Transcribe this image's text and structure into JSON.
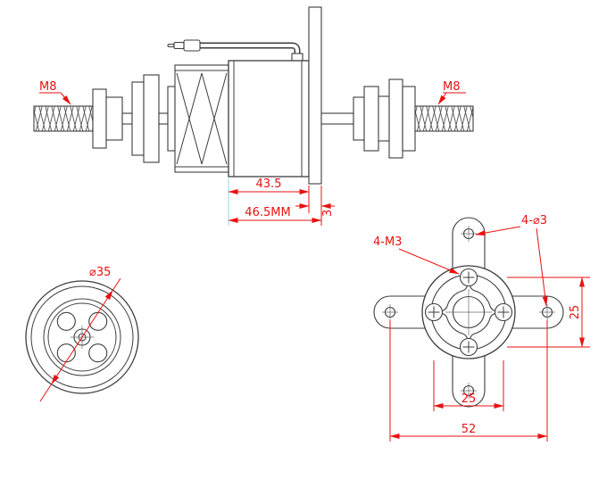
{
  "page": {
    "background": "#ffffff",
    "description": "Brushless motor dimensional drawing: side view with prop shafts, front bell view, and X-mount bracket view"
  },
  "colors": {
    "drawing_line": "#3d3d3d",
    "dimension_red": "#e81111",
    "extension_cyan": "#8fd8e4"
  },
  "side_view": {
    "left_thread_label": "M8",
    "right_thread_label": "M8",
    "dim_can_length": "43.5",
    "dim_overall_length": "46.5MM",
    "dim_plate_thickness": "3"
  },
  "front_view": {
    "dim_diameter": "⌀35"
  },
  "mount_view": {
    "holes_label": "4-⌀3",
    "screws_label": "4-M3",
    "dim_screw_spacing_vertical": "25",
    "dim_screw_spacing_horizontal": "25",
    "dim_overall_width": "52"
  }
}
